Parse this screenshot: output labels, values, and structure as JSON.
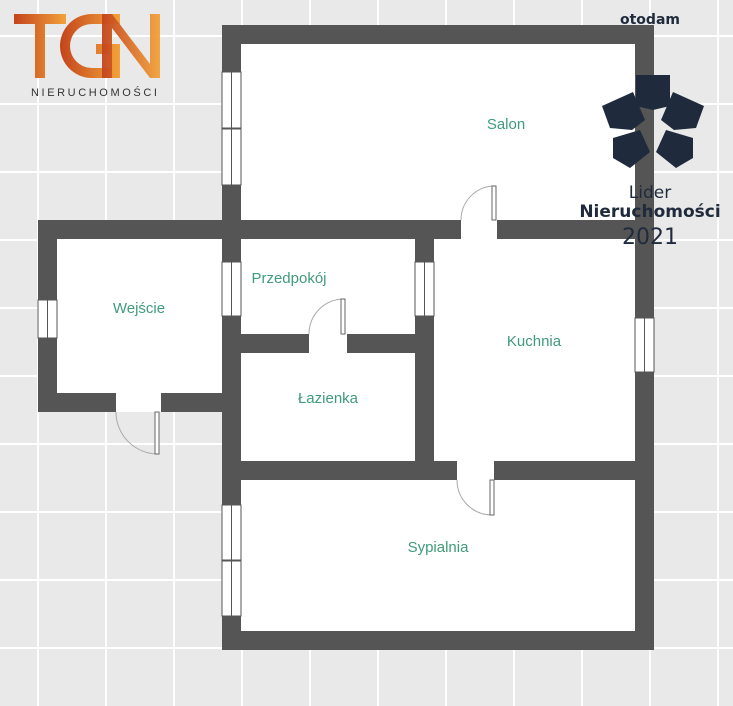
{
  "brand": {
    "logo_text": "TGN",
    "subtitle": "NIERUCHOMOŚCI",
    "colors": {
      "orange_dark": "#c4441c",
      "orange_light": "#f2a23a"
    }
  },
  "award": {
    "site": "otodam",
    "line1": "Lider",
    "line2": "Nieruchomości",
    "year": "2021",
    "icon": "star-pentagon-icon",
    "color": "#1f2a3c"
  },
  "rooms": {
    "salon": "Salon",
    "wejscie": "Wejście",
    "przedpokoj": "Przedpokój",
    "kuchnia": "Kuchnia",
    "lazienka": "Łazienka",
    "sypialnia": "Sypialnia"
  },
  "colors": {
    "wall": "#555555",
    "floor": "#ffffff",
    "label": "#3f9b7a",
    "background": "#e9e9e9",
    "tile_line": "#ffffff"
  }
}
